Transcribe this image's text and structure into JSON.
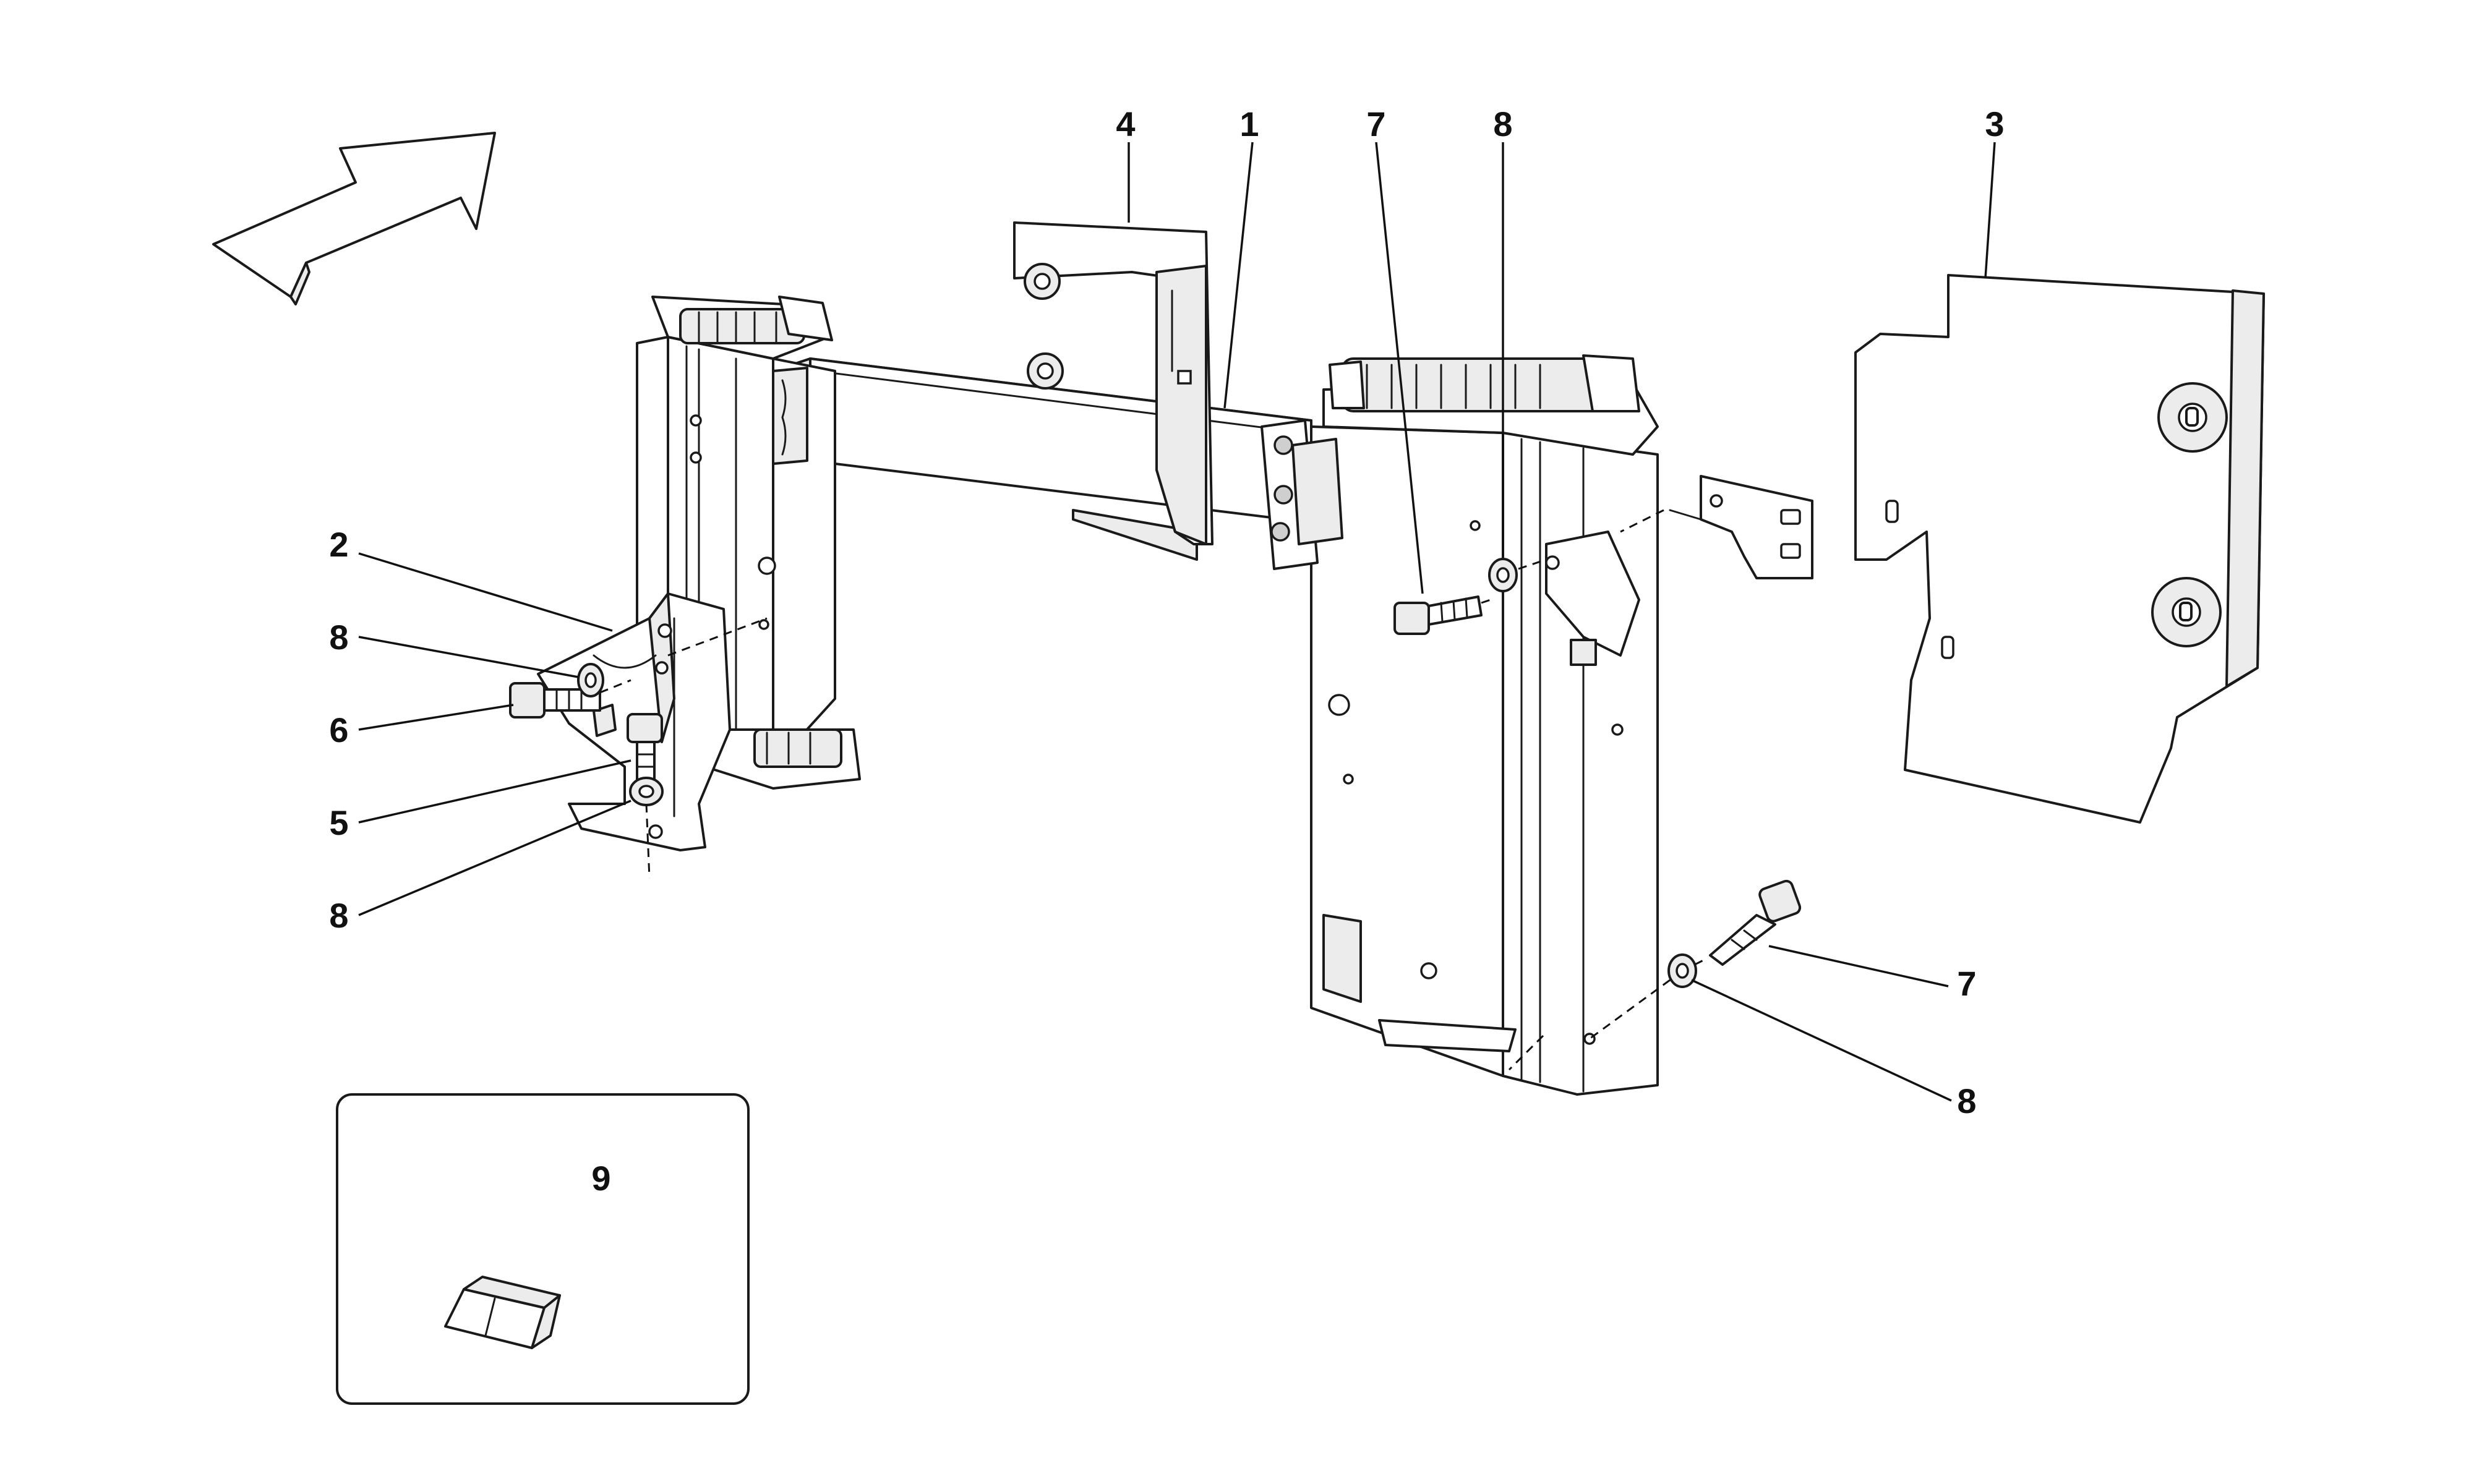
{
  "diagram": {
    "type": "exploded-parts-diagram",
    "callouts": {
      "c1": "1",
      "c2": "2",
      "c3": "3",
      "c4": "4",
      "c5": "5",
      "c6": "6",
      "c7_top": "7",
      "c7_right": "7",
      "c8_top": "8",
      "c8_left_upper": "8",
      "c8_left_lower": "8",
      "c8_right": "8",
      "c9": "9"
    }
  }
}
